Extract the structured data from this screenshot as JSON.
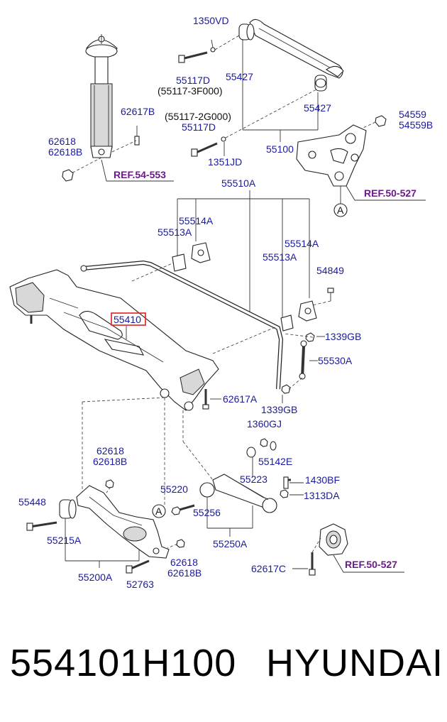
{
  "labels": {
    "l1350vd": "1350VD",
    "l55117d_a": "55117D",
    "l55117_3f000": "(55117-3F000)",
    "l55427_a": "55427",
    "l55427_b": "55427",
    "l55117_2g000": "(55117-2G000)",
    "l55117d_b": "55117D",
    "l55100": "55100",
    "l1351jd": "1351JD",
    "l62617b": "62617B",
    "l62618_a": "62618",
    "l62618b_a": "62618B",
    "l54559": "54559",
    "l54559b": "54559B",
    "l55510a": "55510A",
    "l55514a_a": "55514A",
    "l55513a_a": "55513A",
    "l55514a_b": "55514A",
    "l55513a_b": "55513A",
    "l54849": "54849",
    "l55410": "55410",
    "l1339gb_a": "1339GB",
    "l55530a": "55530A",
    "l62617a": "62617A",
    "l1339gb_b": "1339GB",
    "l1360gj": "1360GJ",
    "l55142e": "55142E",
    "l62618_b": "62618",
    "l62618b_b": "62618B",
    "l55223": "55223",
    "l1430bf": "1430BF",
    "l55220": "55220",
    "l1313da": "1313DA",
    "l55448": "55448",
    "l55256": "55256",
    "l55215a": "55215A",
    "l55250a": "55250A",
    "l62618_c": "62618",
    "l62618b_c": "62618B",
    "l62617c": "62617C",
    "l55200a": "55200A",
    "l52763": "52763",
    "circle_a1": "A",
    "circle_a2": "A"
  },
  "refs": {
    "ref_54553": "REF.54-553",
    "ref_50527_a": "REF.50-527",
    "ref_50527_b": "REF.50-527"
  },
  "footer": {
    "part_number": "554101H100",
    "brand": "HYUNDAI"
  },
  "colors": {
    "part_label": "#1a1aa0",
    "ref_label": "#6a1a8a",
    "highlight_box": "#e02020"
  }
}
